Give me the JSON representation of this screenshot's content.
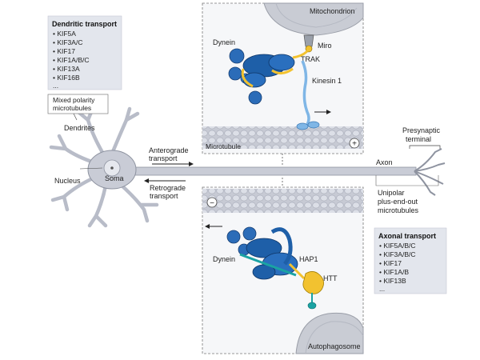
{
  "dendritic_box": {
    "title": "Dendritic transport",
    "items": [
      "• KIF5A",
      "• KIF3A/C",
      "• KIF17",
      "• KIF1A/B/C",
      "• KIF13A",
      "• KIF16B",
      "..."
    ]
  },
  "axonal_box": {
    "title": "Axonal transport",
    "items": [
      "• KIF5A/B/C",
      "• KIF3A/B/C",
      "• KIF17",
      "• KIF1A/B",
      "• KIF13B",
      "..."
    ]
  },
  "neuron": {
    "mixed_polarity": [
      "Mixed polarity",
      "microtubules"
    ],
    "dendrites": "Dendrites",
    "nucleus": "Nucleus",
    "soma": "Soma",
    "anterograde": [
      "Anterograde",
      "transport"
    ],
    "retrograde": [
      "Retrograde",
      "transport"
    ],
    "axon": "Axon",
    "presynaptic": [
      "Presynaptic",
      "terminal"
    ],
    "unipolar": [
      "Unipolar",
      "plus-end-out",
      "microtubules"
    ]
  },
  "top_panel": {
    "mitochondrion": "Mitochondrion",
    "dynein": "Dynein",
    "miro": "Miro",
    "trak": "TRAK",
    "kinesin": "Kinesin 1",
    "microtubule": "Microtubule",
    "plus_sign": "+"
  },
  "bottom_panel": {
    "minus_sign": "−",
    "dynein": "Dynein",
    "hap1": "HAP1",
    "htt": "HTT",
    "autophagosome": "Autophagosome"
  },
  "colors": {
    "motor_blue": "#1e5fa8",
    "motor_light": "#4a8fd6",
    "kinesin_light": "#7fb6e6",
    "adaptor_yellow": "#f2c230",
    "microtubule": "#c9ccd6",
    "panel_grey": "#e6e8ee",
    "teal": "#1aa3a3"
  }
}
